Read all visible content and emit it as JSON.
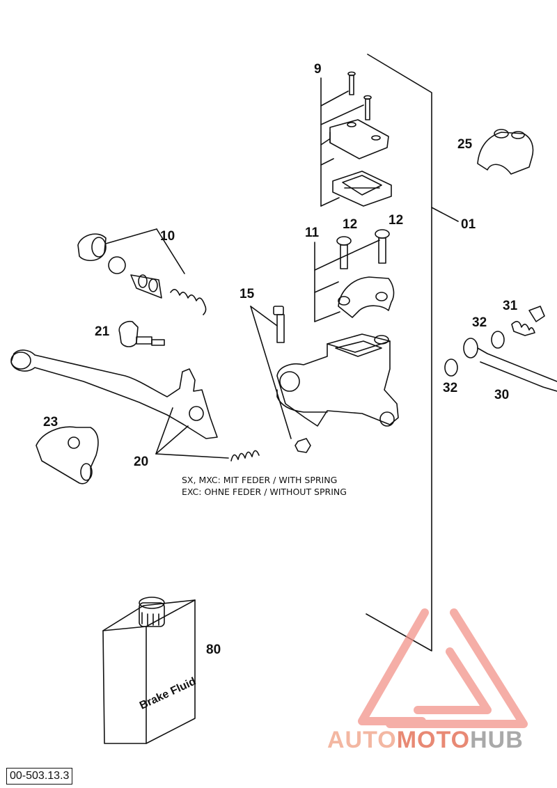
{
  "callouts": {
    "c9": "9",
    "c25": "25",
    "c01": "01",
    "c10": "10",
    "c11": "11",
    "c12a": "12",
    "c12b": "12",
    "c15": "15",
    "c21": "21",
    "c31": "31",
    "c32a": "32",
    "c32b": "32",
    "c30": "30",
    "c23": "23",
    "c20": "20",
    "c80": "80"
  },
  "notes": {
    "line1": "SX, MXC: MIT FEDER / WITH SPRING",
    "line2": "EXC: OHNE FEDER / WITHOUT SPRING"
  },
  "bottle_label": "Brake Fluid",
  "doc_number": "00-503.13.3",
  "watermark": {
    "part1": "AUTO",
    "part2": "MOTO",
    "part3": "HUB",
    "colors": [
      "#f3b7a2",
      "#e88974",
      "#a9a9a9"
    ]
  }
}
